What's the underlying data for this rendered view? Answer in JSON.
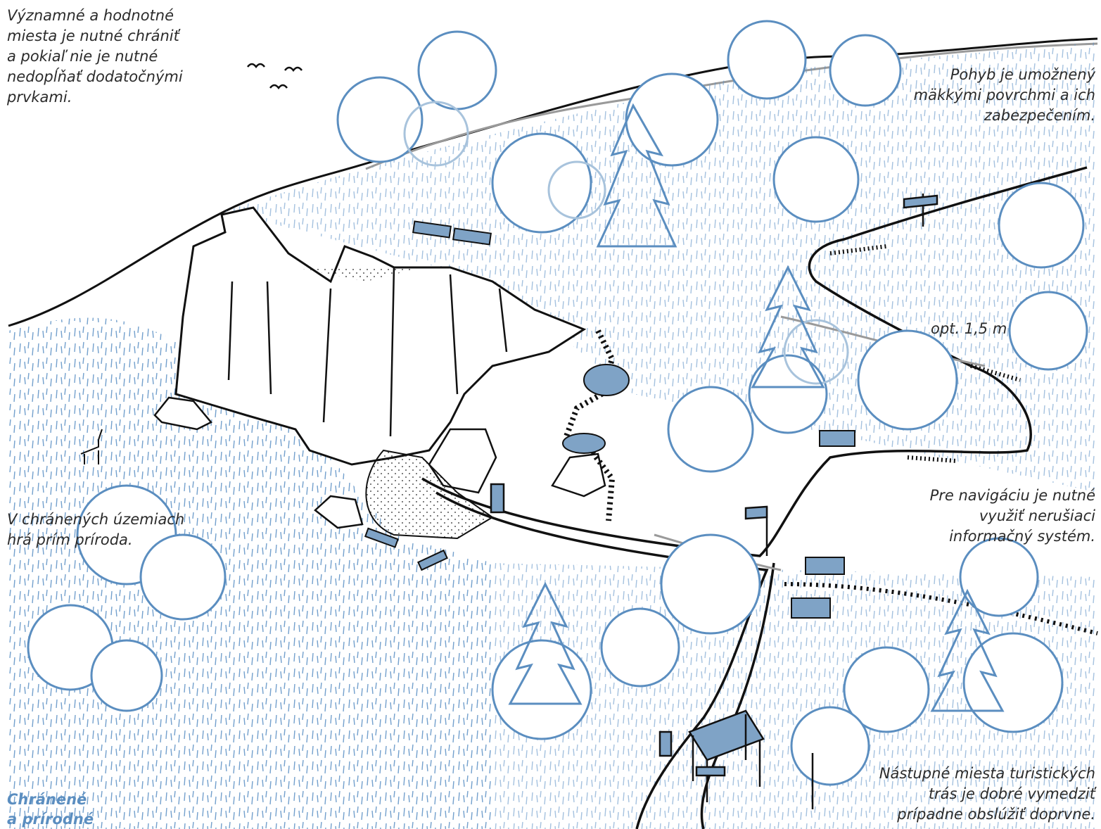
{
  "colors": {
    "ink": "#111111",
    "tree_blue": "#5b8ec0",
    "tree_pale": "#a8c3dc",
    "hatch": "#5a8fc4",
    "fill_blue": "#7fa3c6",
    "grey_path": "#9a9a9a"
  },
  "notes": {
    "protect": [
      "Významné a hodnotné",
      "miesta je nutné chrániť",
      "a pokiaľ nie je nutné",
      "nedopĺňať dodatočnými",
      "prvkami."
    ],
    "surfaces": [
      "Pohyb je umožnený",
      "mäkkými povrchmi a ich",
      "zabezpečením."
    ],
    "width": "opt. 1,5 m",
    "nature": [
      "V chránených územiach",
      "hrá prím príroda."
    ],
    "navigation": [
      "Pre navigáciu je nutné",
      "využiť nerušiaci",
      "informačný systém."
    ],
    "trailheads": [
      "Nástupné miesta turistických",
      "trás je dobré vymedziť",
      "prípadne obslúžiť doprvne."
    ]
  },
  "title": [
    "Chránené",
    "a prírodné"
  ],
  "icons": [
    "bird-icon",
    "deer-icon",
    "signpost-icon",
    "info-board-icon",
    "shelter-icon",
    "bench-icon"
  ]
}
